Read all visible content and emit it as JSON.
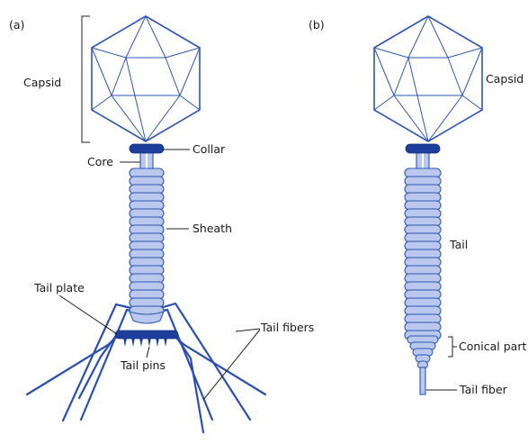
{
  "panel_a": {
    "tag": "(a)",
    "labels": {
      "capsid": "Capsid",
      "collar": "Collar",
      "core": "Core",
      "sheath": "Sheath",
      "tail_plate": "Tail plate",
      "tail_fibers": "Tail fibers",
      "tail_pins": "Tail pins"
    }
  },
  "panel_b": {
    "tag": "(b)",
    "labels": {
      "capsid": "Capsid",
      "tail": "Tail",
      "conical_part": "Conical part",
      "tail_fiber": "Tail fiber"
    }
  },
  "colors": {
    "outline": "#2e56b4",
    "fill_light": "#b9c8ec",
    "fill_dark": "#1c3f9c"
  }
}
